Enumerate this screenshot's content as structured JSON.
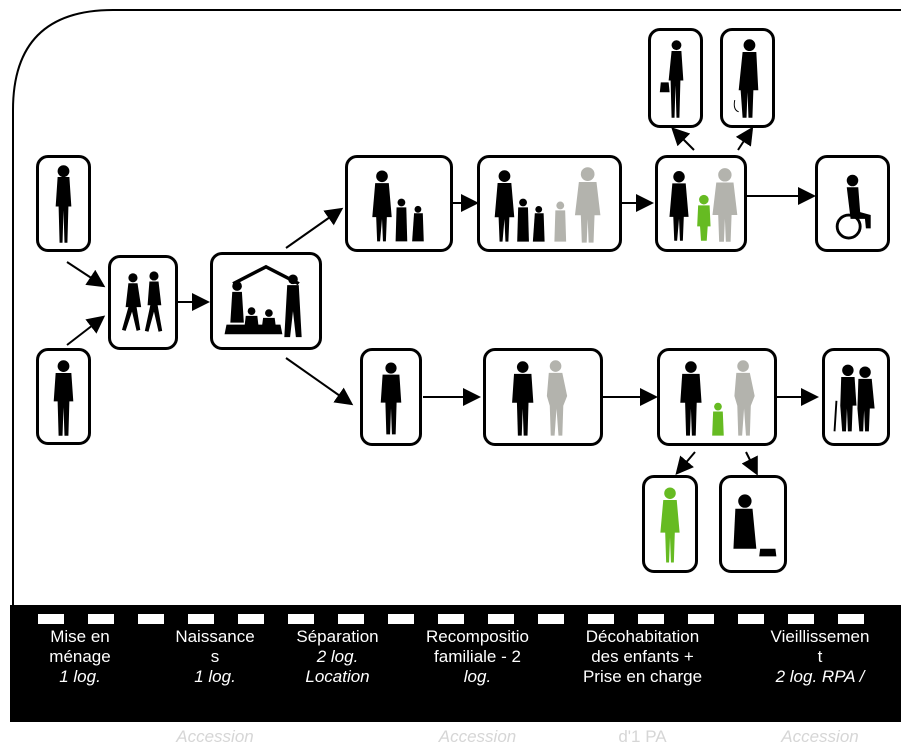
{
  "colors": {
    "accent_green": "#66bb22",
    "ghost_gray": "#b3b3ad",
    "silhouette": "#000000"
  },
  "stages": [
    {
      "line1": "Mise en",
      "line2": "ménage",
      "line3": "1 log.",
      "faded": ""
    },
    {
      "line1": "Naissance",
      "line2": "s",
      "line3": "1 log.",
      "faded": "Accession"
    },
    {
      "line1": "Séparation",
      "line2": "2 log.",
      "line3": "Location",
      "faded": ""
    },
    {
      "line1": "Recompositio",
      "line2": "familiale - 2",
      "line3": "log.",
      "faded": "Accession"
    },
    {
      "line1": "Décohabitation",
      "line2": "des enfants +",
      "line3": "Prise en charge",
      "faded": "d'1 PA"
    },
    {
      "line1": "Vieillissemen",
      "line2": "t",
      "line3": "2 log. RPA /",
      "faded": "Accession"
    }
  ],
  "nodes": [
    {
      "id": "single-woman",
      "icon": "woman-silhouette-icon"
    },
    {
      "id": "single-man",
      "icon": "man-silhouette-icon"
    },
    {
      "id": "couple",
      "icon": "walking-couple-icon"
    },
    {
      "id": "family-house",
      "icon": "family-house-icon"
    },
    {
      "id": "mother-children",
      "icon": "mother-children-icon"
    },
    {
      "id": "blended-family",
      "icon": "blended-family-icon"
    },
    {
      "id": "blended-family-child",
      "icon": "blended-family-child-icon"
    },
    {
      "id": "young-woman",
      "icon": "young-woman-icon"
    },
    {
      "id": "elderly-woman",
      "icon": "elderly-woman-icon"
    },
    {
      "id": "wheelchair",
      "icon": "wheelchair-icon"
    },
    {
      "id": "father-alone",
      "icon": "man-silhouette-icon"
    },
    {
      "id": "father-new-partner",
      "icon": "couple-pregnant-icon"
    },
    {
      "id": "father-partner-child",
      "icon": "family-child-icon"
    },
    {
      "id": "green-woman",
      "icon": "green-woman-icon"
    },
    {
      "id": "elderly-with-dog",
      "icon": "elderly-dog-icon"
    },
    {
      "id": "elderly-couple",
      "icon": "elderly-couple-icon"
    }
  ]
}
